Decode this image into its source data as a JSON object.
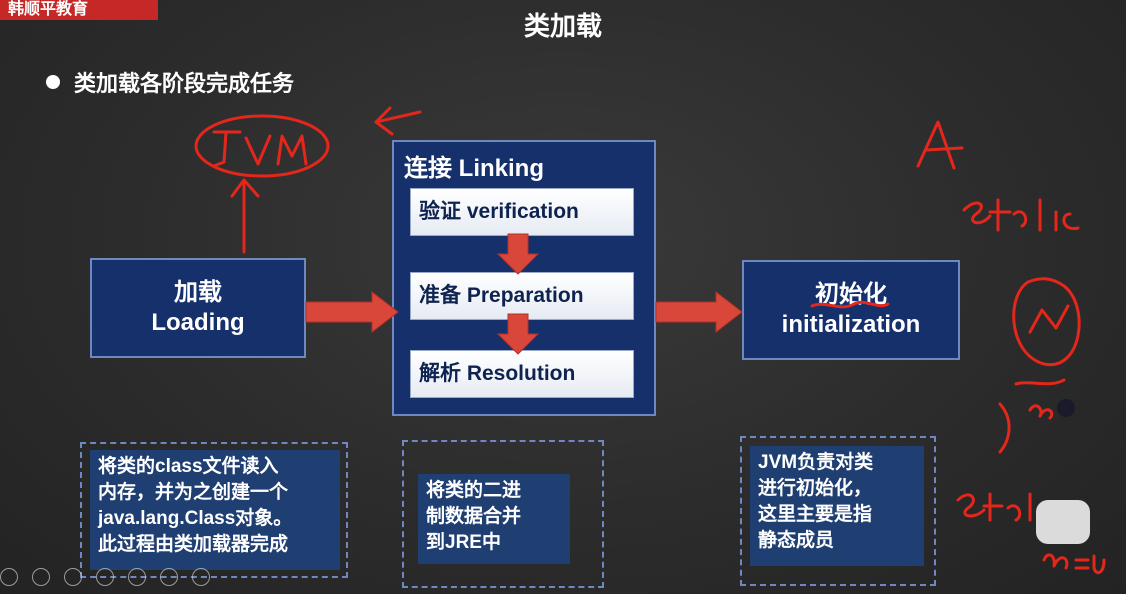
{
  "brand": "韩顺平教育",
  "title": "类加载",
  "bullet": "类加载各阶段完成任务",
  "loading": {
    "cn": "加载",
    "en": "Loading"
  },
  "linking": {
    "title": "连接 Linking",
    "steps": [
      "验证 verification",
      "准备 Preparation",
      "解析 Resolution"
    ]
  },
  "init": {
    "cn": "初始化",
    "en": "initialization"
  },
  "notes": {
    "loading": [
      "将类的class文件读入",
      "内存，并为之创建一个",
      "java.lang.Class对象。",
      "此过程由类加载器完成"
    ],
    "linking": [
      "将类的二进",
      "制数据合并",
      "到JRE中"
    ],
    "init": [
      "JVM负责对类",
      "进行初始化，",
      "这里主要是指",
      "静态成员"
    ]
  },
  "colors": {
    "box": "#15306b",
    "arrow": "#d9463a",
    "ink": "#e4261b"
  }
}
